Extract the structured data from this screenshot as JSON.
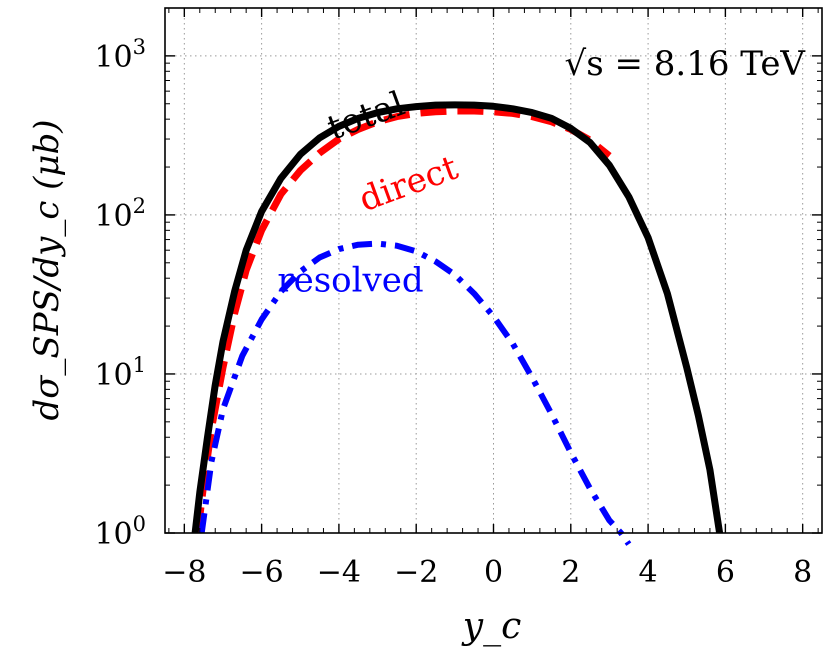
{
  "chart_data": {
    "type": "line",
    "title": "",
    "xlabel": "y_c",
    "ylabel": "dσ_SPS/dy_c (μb)",
    "xlim": [
      -8.5,
      8.5
    ],
    "ylim": [
      1,
      2000
    ],
    "yscale": "log",
    "grid": true,
    "x_ticks": [
      "−8",
      "−6",
      "−4",
      "−2",
      "0",
      "2",
      "4",
      "6",
      "8"
    ],
    "y_ticks": [
      {
        "base": "10",
        "exp": "0"
      },
      {
        "base": "10",
        "exp": "1"
      },
      {
        "base": "10",
        "exp": "2"
      },
      {
        "base": "10",
        "exp": "3"
      }
    ],
    "annotation": "√s = 8.16 TeV",
    "series": [
      {
        "name": "total",
        "color": "#000000",
        "style": "solid",
        "x": [
          -7.72,
          -7.6,
          -7.4,
          -7.2,
          -7.0,
          -6.7,
          -6.4,
          -6.0,
          -5.5,
          -5.0,
          -4.5,
          -4.0,
          -3.5,
          -3.0,
          -2.5,
          -2.0,
          -1.5,
          -1.0,
          -0.5,
          0.0,
          0.5,
          1.0,
          1.5,
          2.0,
          2.5,
          3.0,
          3.5,
          4.0,
          4.5,
          5.0,
          5.3,
          5.6,
          5.85
        ],
        "y": [
          1.0,
          1.8,
          4.0,
          8.5,
          16,
          33,
          60,
          105,
          170,
          240,
          305,
          360,
          405,
          440,
          465,
          480,
          490,
          492,
          490,
          482,
          465,
          440,
          405,
          350,
          285,
          205,
          130,
          72,
          32,
          11,
          5.5,
          2.5,
          1.0
        ]
      },
      {
        "name": "direct",
        "color": "#ff0000",
        "style": "dashed",
        "x": [
          -7.65,
          -7.5,
          -7.3,
          -7.0,
          -6.7,
          -6.4,
          -6.0,
          -5.5,
          -5.0,
          -4.5,
          -4.0,
          -3.5,
          -3.0,
          -2.5,
          -2.0,
          -1.5,
          -1.0,
          -0.5,
          0.0,
          0.5,
          1.0,
          1.5,
          2.0,
          2.5,
          3.0
        ],
        "y": [
          1.0,
          2.0,
          4.5,
          11,
          24,
          45,
          80,
          135,
          190,
          245,
          300,
          345,
          385,
          415,
          435,
          445,
          450,
          450,
          445,
          435,
          415,
          385,
          345,
          295,
          235
        ]
      },
      {
        "name": "resolved",
        "color": "#0000ff",
        "style": "dashdot",
        "x": [
          -7.55,
          -7.3,
          -7.0,
          -6.5,
          -6.0,
          -5.5,
          -5.0,
          -4.5,
          -4.0,
          -3.5,
          -3.0,
          -2.5,
          -2.0,
          -1.5,
          -1.0,
          -0.5,
          0.0,
          0.5,
          1.0,
          1.5,
          2.0,
          2.5,
          3.0,
          3.3,
          3.5
        ],
        "y": [
          1.0,
          2.8,
          6.0,
          13,
          22,
          33,
          44,
          54,
          61,
          65,
          66,
          64,
          59,
          51,
          42,
          32,
          23,
          15.5,
          9.5,
          5.6,
          3.2,
          1.9,
          1.2,
          1.0,
          0.85
        ]
      }
    ],
    "curve_labels": [
      {
        "series": "total",
        "text": "total",
        "color": "#000000",
        "x": -3.2,
        "y": 360,
        "angle": -20
      },
      {
        "series": "direct",
        "text": "direct",
        "color": "#ff0000",
        "x": -2.1,
        "y": 135,
        "angle": -20
      },
      {
        "series": "resolved",
        "text": "resolved",
        "color": "#0000ff",
        "x": -3.7,
        "y": 33,
        "angle": 0
      }
    ]
  }
}
